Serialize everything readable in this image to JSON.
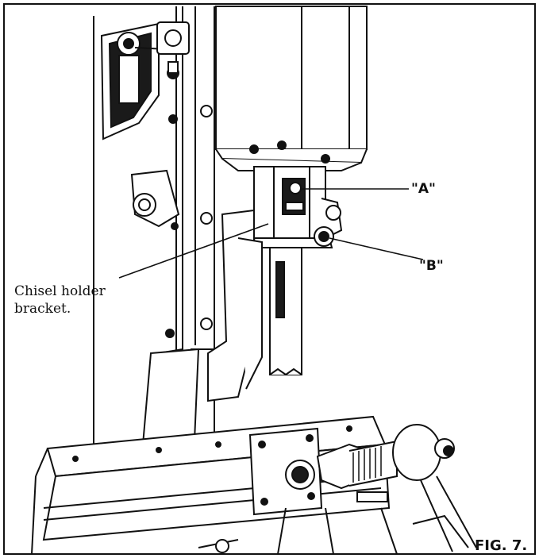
{
  "figure": {
    "caption": "FIG. 7.",
    "callout_a": "\"A\"",
    "callout_b": "\"B\"",
    "label_line1": "Chisel holder",
    "label_line2": "bracket."
  },
  "colors": {
    "ink": "#111111",
    "paper": "#ffffff",
    "shade": "#1a1a1a"
  }
}
